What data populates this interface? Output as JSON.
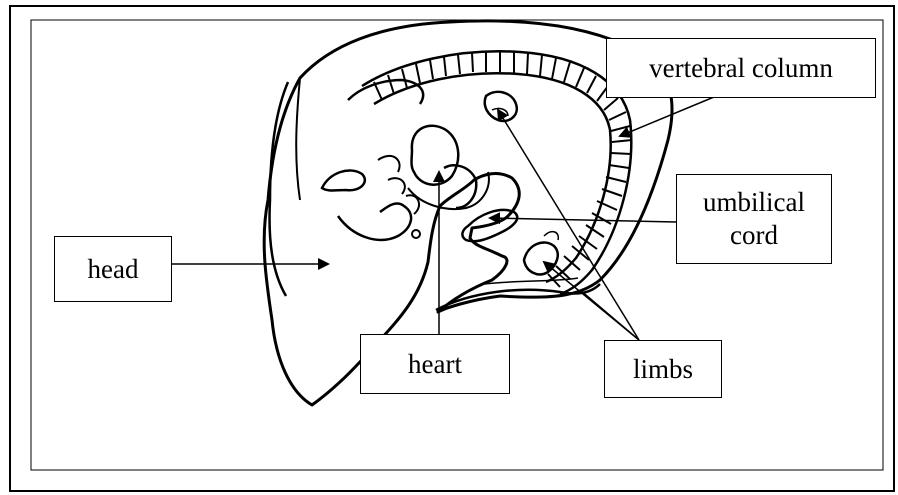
{
  "diagram": {
    "labels": {
      "vertebral_column": "vertebral column",
      "umbilical_cord_line1": "umbilical",
      "umbilical_cord_line2": "cord",
      "head": "head",
      "heart": "heart",
      "limbs": "limbs"
    },
    "colors": {
      "ink": "#000000",
      "background": "#ffffff"
    }
  }
}
